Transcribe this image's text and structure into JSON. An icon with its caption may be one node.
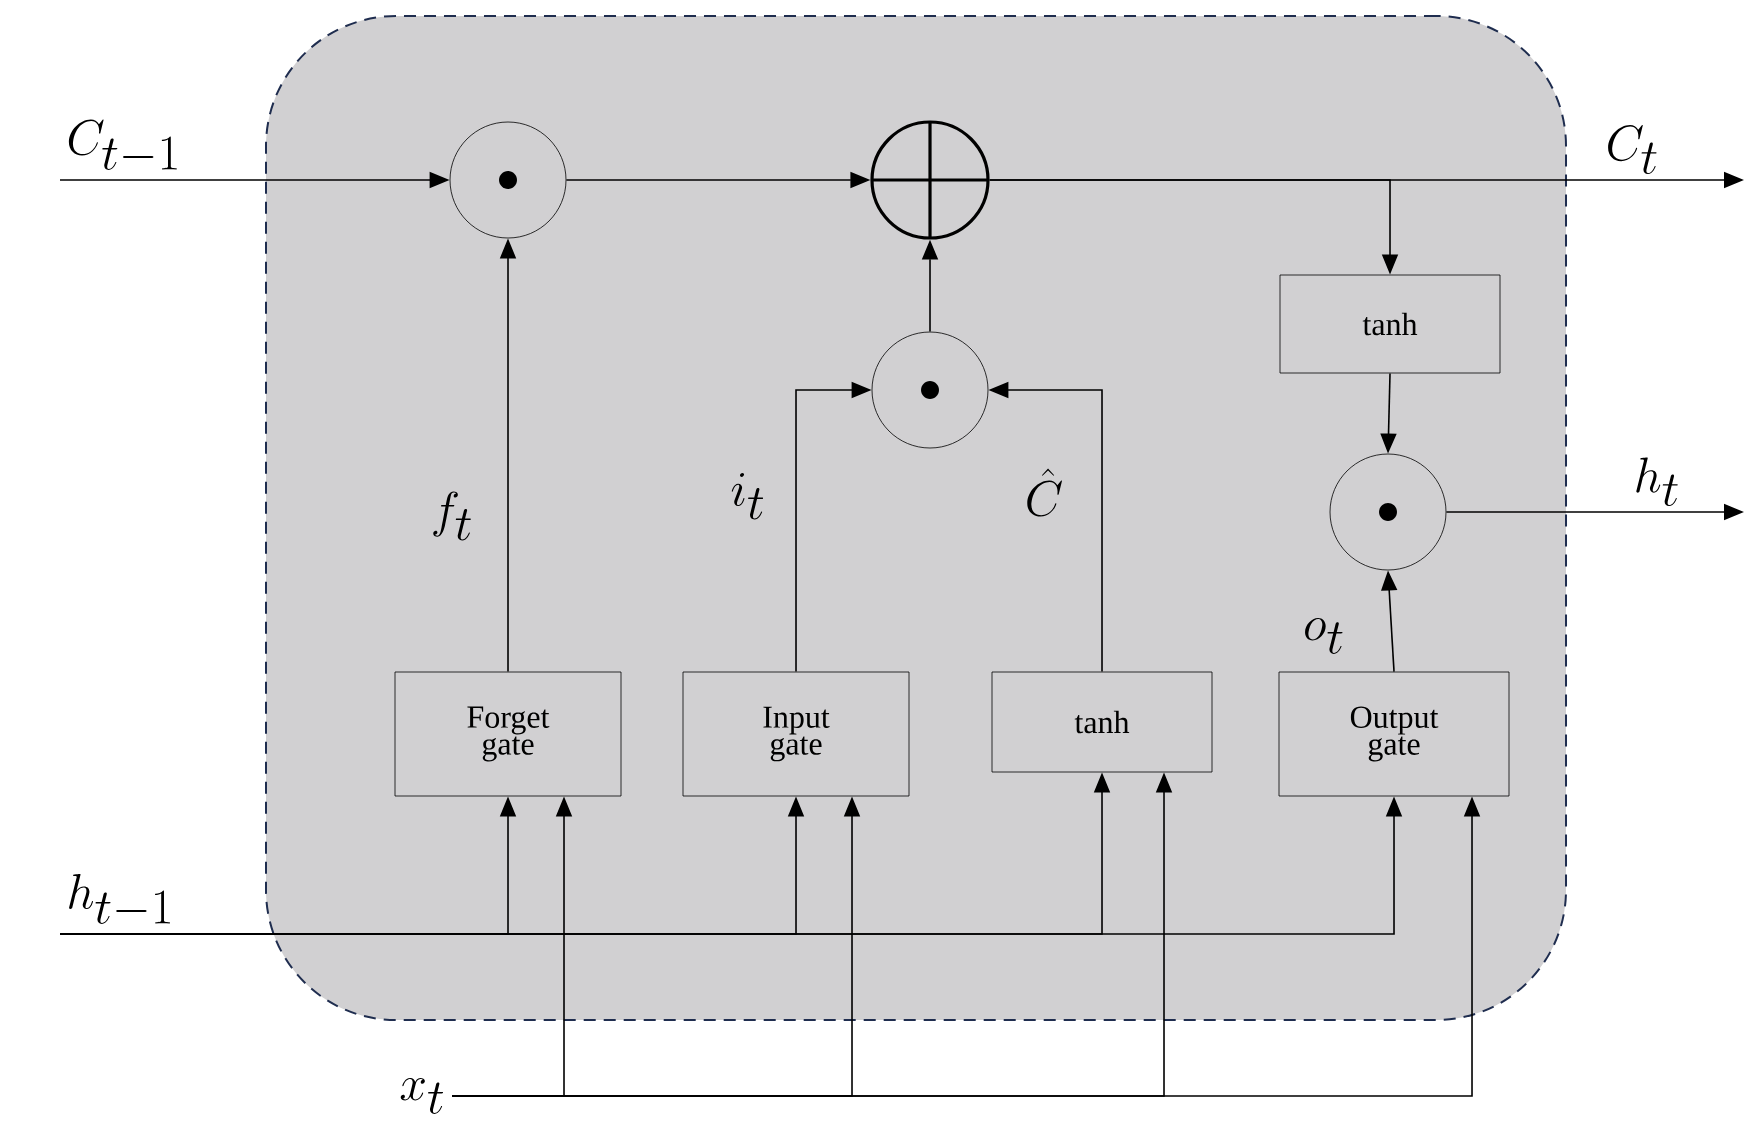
{
  "diagram": {
    "nodes": [
      {
        "text": [],
        "shape": "box"
      },
      {
        "text": [
          "C_{t-1}"
        ]
      },
      {
        "text": [],
        "shape": "circle",
        "in": 0
      },
      {
        "text": [],
        "shape": "circle",
        "in": 0
      },
      {
        "text": [
          "C_t"
        ]
      },
      {
        "text": [
          "tanh"
        ],
        "in": 0
      },
      {
        "text": [],
        "shape": "circle",
        "in": 0
      },
      {
        "text": [
          "h_t"
        ]
      },
      {
        "text": [],
        "shape": "circle",
        "in": 0
      },
      {
        "text": [
          "Forget gate"
        ],
        "in": 0
      },
      {
        "text": [
          "Input gate"
        ],
        "in": 0
      },
      {
        "text": [
          "tanh"
        ],
        "in": 0
      },
      {
        "text": [
          "Output gate"
        ],
        "in": 0
      },
      {
        "text": [
          "h_{t-1}"
        ]
      },
      {
        "text": [
          "x_t"
        ]
      }
    ],
    "edges": [
      {
        "from": 1,
        "to": 2,
        "arrow": "to"
      },
      {
        "from": 2,
        "to": 3,
        "arrow": "to"
      },
      {
        "from": 3,
        "to": 4,
        "arrow": "to"
      },
      {
        "from": 3,
        "to": 5,
        "arrow": "to"
      },
      {
        "from": 5,
        "to": 8,
        "arrow": "to"
      },
      {
        "from": 8,
        "to": 7,
        "arrow": "to"
      },
      {
        "from": 6,
        "to": 3,
        "arrow": "to"
      },
      {
        "from": 9,
        "to": 2,
        "arrow": "to",
        "label": "f_t"
      },
      {
        "from": 10,
        "to": 6,
        "arrow": "to",
        "label": "i_t"
      },
      {
        "from": 11,
        "to": 6,
        "arrow": "to",
        "label": "\\hat{C}"
      },
      {
        "from": 12,
        "to": 8,
        "arrow": "to",
        "label": "o_t"
      },
      {
        "from": 13,
        "to": 9,
        "arrow": "to"
      },
      {
        "from": 13,
        "to": 10,
        "arrow": "to"
      },
      {
        "from": 13,
        "to": 11,
        "arrow": "to"
      },
      {
        "from": 13,
        "to": 12,
        "arrow": "to"
      },
      {
        "from": 14,
        "to": 9,
        "arrow": "to"
      },
      {
        "from": 14,
        "to": 10,
        "arrow": "to"
      },
      {
        "from": 14,
        "to": 11,
        "arrow": "to"
      },
      {
        "from": 14,
        "to": 12,
        "arrow": "to"
      }
    ]
  }
}
